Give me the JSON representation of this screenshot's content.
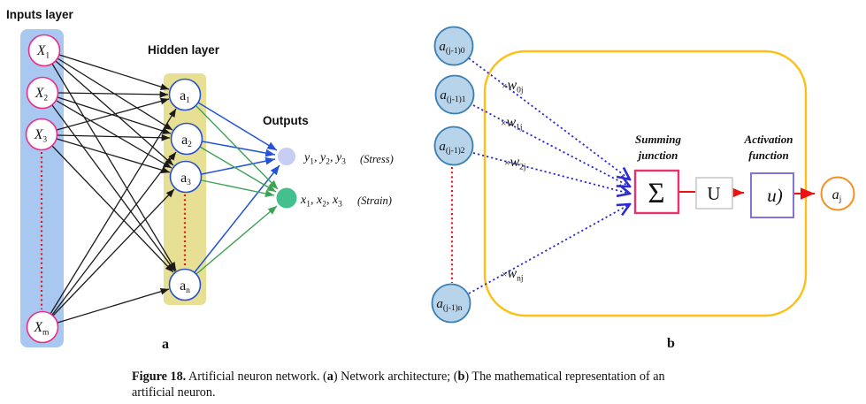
{
  "panel_a": {
    "panel_label": "a",
    "inputs_layer_label": "Inputs layer",
    "hidden_layer_label": "Hidden layer",
    "outputs_label": "Outputs",
    "input_nodes": [
      {
        "base": "X",
        "sub": "1"
      },
      {
        "base": "X",
        "sub": "2"
      },
      {
        "base": "X",
        "sub": "3"
      },
      {
        "base": "X",
        "sub": "m"
      }
    ],
    "hidden_nodes": [
      {
        "base": "a",
        "sub": "1"
      },
      {
        "base": "a",
        "sub": "2"
      },
      {
        "base": "a",
        "sub": "3"
      },
      {
        "base": "a",
        "sub": "n"
      }
    ],
    "stress_output": {
      "parts": [
        {
          "t": "y",
          "s": "1"
        },
        {
          "t": ", y",
          "s": "2"
        },
        {
          "t": ", y",
          "s": "3"
        }
      ],
      "qualifier": "(Stress)"
    },
    "strain_output": {
      "parts": [
        {
          "t": "x",
          "s": "1"
        },
        {
          "t": ", x",
          "s": "2"
        },
        {
          "t": ", x",
          "s": "3"
        }
      ],
      "qualifier": "(Strain)"
    }
  },
  "panel_b": {
    "panel_label": "b",
    "input_nodes": [
      {
        "base": "a",
        "sub": "(j-1)0"
      },
      {
        "base": "a",
        "sub": "(j-1)1"
      },
      {
        "base": "a",
        "sub": "(j-1)2"
      },
      {
        "base": "a",
        "sub": "(j-1)n"
      }
    ],
    "weights": [
      {
        "times": "×",
        "base": "w",
        "sub": "0j"
      },
      {
        "times": "×",
        "base": "w",
        "sub": "1j"
      },
      {
        "times": "×",
        "base": "w",
        "sub": "2j"
      },
      {
        "times": "×",
        "base": "w",
        "sub": "nj"
      }
    ],
    "summing_junction_line1": "Summing",
    "summing_junction_line2": "junction",
    "activation_function_line1": "Activation",
    "activation_function_line2": "function",
    "sigma_symbol": "Σ",
    "u_box_label": "U",
    "activation_box_label": "u)",
    "output_node": {
      "base": "a",
      "sub": "j"
    }
  },
  "caption": {
    "parts": [
      {
        "text": "Figure 18."
      },
      {
        "text": "  Artificial neuron network. ("
      },
      {
        "text": "a"
      },
      {
        "text": ") Network architecture; ("
      },
      {
        "text": "b"
      },
      {
        "text": ") The mathematical representation of an"
      },
      {
        "text": "artificial neuron."
      }
    ]
  },
  "colors": {
    "input_panel_fill": "#A9C8F1",
    "hidden_panel_fill": "#E7E094",
    "input_node_border": "#E8308A",
    "hidden_node_border": "#2A52C8",
    "stress_node_fill": "#C7CDF3",
    "strain_node_fill": "#44BF8E",
    "stress_edge_blue": "#2453D8",
    "strain_edge_green": "#3CA254",
    "neuron_fill": "#B8D4EA",
    "neuron_border": "#3B7FB5",
    "boundary_orange": "#FFC013",
    "sigma_box_border": "#E83370",
    "u_box_border": "#C9C9C9",
    "activation_box_border": "#8372D8",
    "output_circle_border": "#F29022",
    "signal_red": "#EE1111",
    "weight_edge_blue": "#2B2BD5",
    "black_edge": "#1a1a1a"
  }
}
